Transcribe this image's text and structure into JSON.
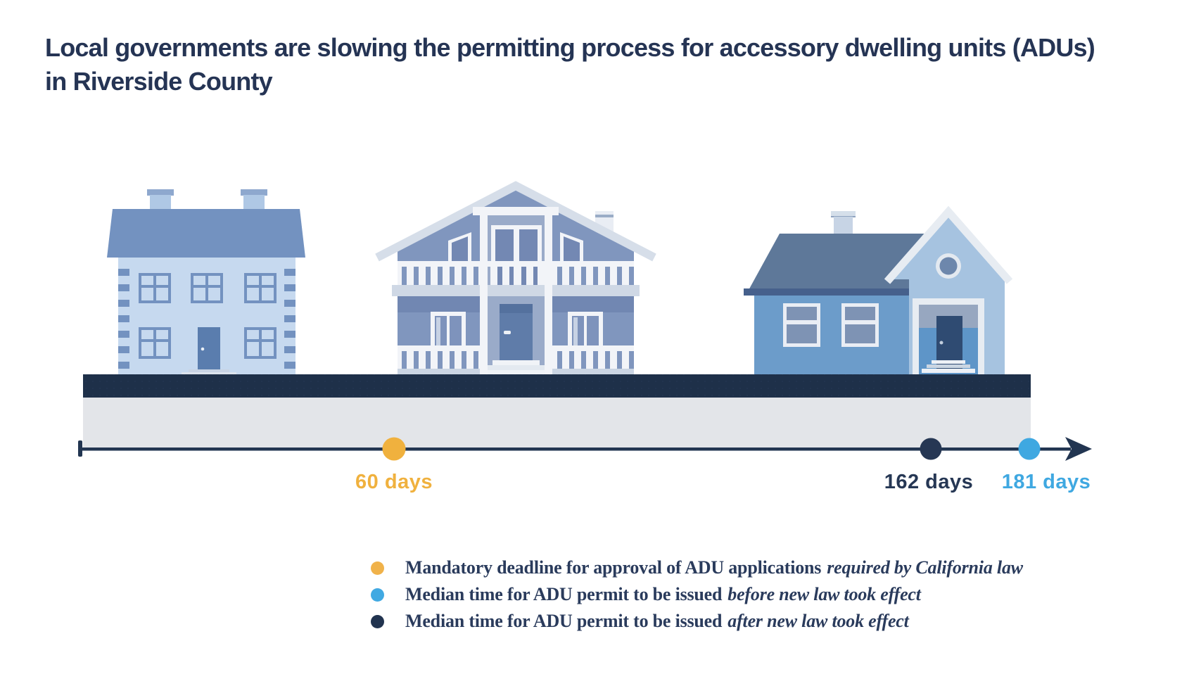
{
  "title": "Local governments are slowing the permitting process for accessory dwelling units (ADUs) in Riverside County",
  "chart_data": {
    "type": "scatter",
    "title": "Local governments are slowing the permitting process for accessory dwelling units (ADUs) in Riverside County",
    "xlabel": "",
    "ylabel": "",
    "x_axis": {
      "unit": "days",
      "range_estimate": [
        0,
        190
      ],
      "arrow": "right",
      "gridlines": false
    },
    "points": [
      {
        "x": 60,
        "label": "60 days",
        "color": "#F0B13E",
        "series": "Mandatory deadline for approval of ADU applications required by California law"
      },
      {
        "x": 162,
        "label": "162 days",
        "color": "#263754",
        "series": "Median time for ADU permit to be issued after new law took effect"
      },
      {
        "x": 181,
        "label": "181 days",
        "color": "#3FA8E1",
        "series": "Median time for ADU permit to be issued before new law took effect"
      }
    ],
    "legend_position": "bottom"
  },
  "timeline": {
    "markers": [
      {
        "label": "60 days",
        "value_days": 60,
        "color": "#F0B13E"
      },
      {
        "label": "162 days",
        "value_days": 162,
        "color": "#263754"
      },
      {
        "label": "181 days",
        "value_days": 181,
        "color": "#3FA8E1"
      }
    ],
    "axis_color": "#223551"
  },
  "legend": {
    "items": [
      {
        "dot_color": "#F0B24A",
        "text": "Mandatory deadline for approval of ADU applications",
        "italic_text": "required by California law"
      },
      {
        "dot_color": "#41A9E2",
        "text": "Median time for ADU permit to be issued",
        "italic_text": "before new law took effect"
      },
      {
        "dot_color": "#21334F",
        "text": "Median time for ADU permit to be issued",
        "italic_text": "after new law took effect"
      }
    ]
  },
  "scene": {
    "houses": [
      "two-story-house",
      "large-two-story-house-with-balconies",
      "single-story-house-with-gabled-entry"
    ],
    "platform_color": "#1E3049",
    "sidewalk_color": "#E3E5E9"
  }
}
